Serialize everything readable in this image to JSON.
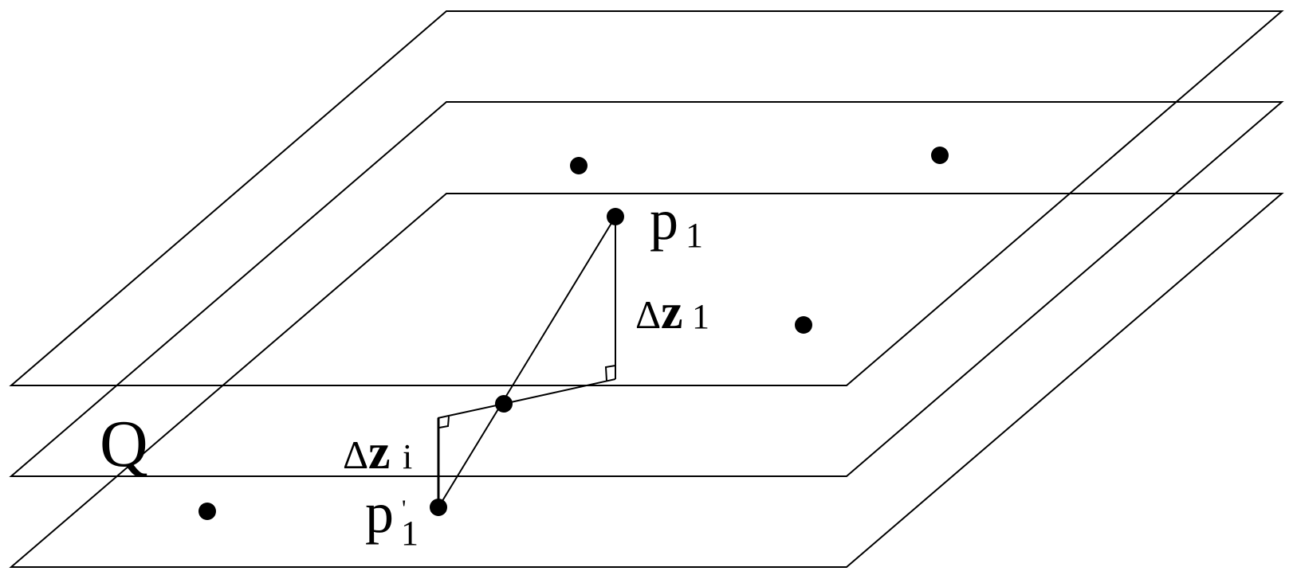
{
  "labels": {
    "plane_q": "Q",
    "point_p1": "p",
    "point_p1_sub": "1",
    "point_p1_prime": "p",
    "point_p1_prime_sup": "'",
    "point_p1_prime_sub": "1",
    "delta_z1_delta": "Δ",
    "delta_z1_z": "z",
    "delta_z1_sub": "1",
    "delta_zi_delta": "Δ",
    "delta_zi_z": "z",
    "delta_zi_sub": "i"
  },
  "colors": {
    "stroke": "#000000",
    "background": "#ffffff"
  }
}
